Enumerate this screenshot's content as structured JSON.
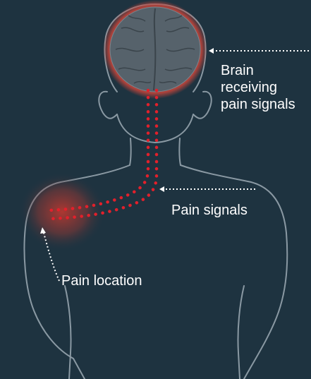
{
  "labels": {
    "brain": [
      "Brain",
      "receiving",
      "pain signals"
    ],
    "pain_signals": "Pain signals",
    "pain_location": "Pain location"
  },
  "colors": {
    "background": "#1e3340",
    "body_outline": "#8a99a3",
    "signal_dots": "#e3202b",
    "pain_glow": "#c8382e",
    "brain_rim": "#c2443a",
    "brain_fill": "#56626b",
    "pointer": "#ffffff"
  },
  "icons": {
    "brain": "brain-icon",
    "pain_area": "pain-glow",
    "signal_path": "dotted-signal-path"
  }
}
